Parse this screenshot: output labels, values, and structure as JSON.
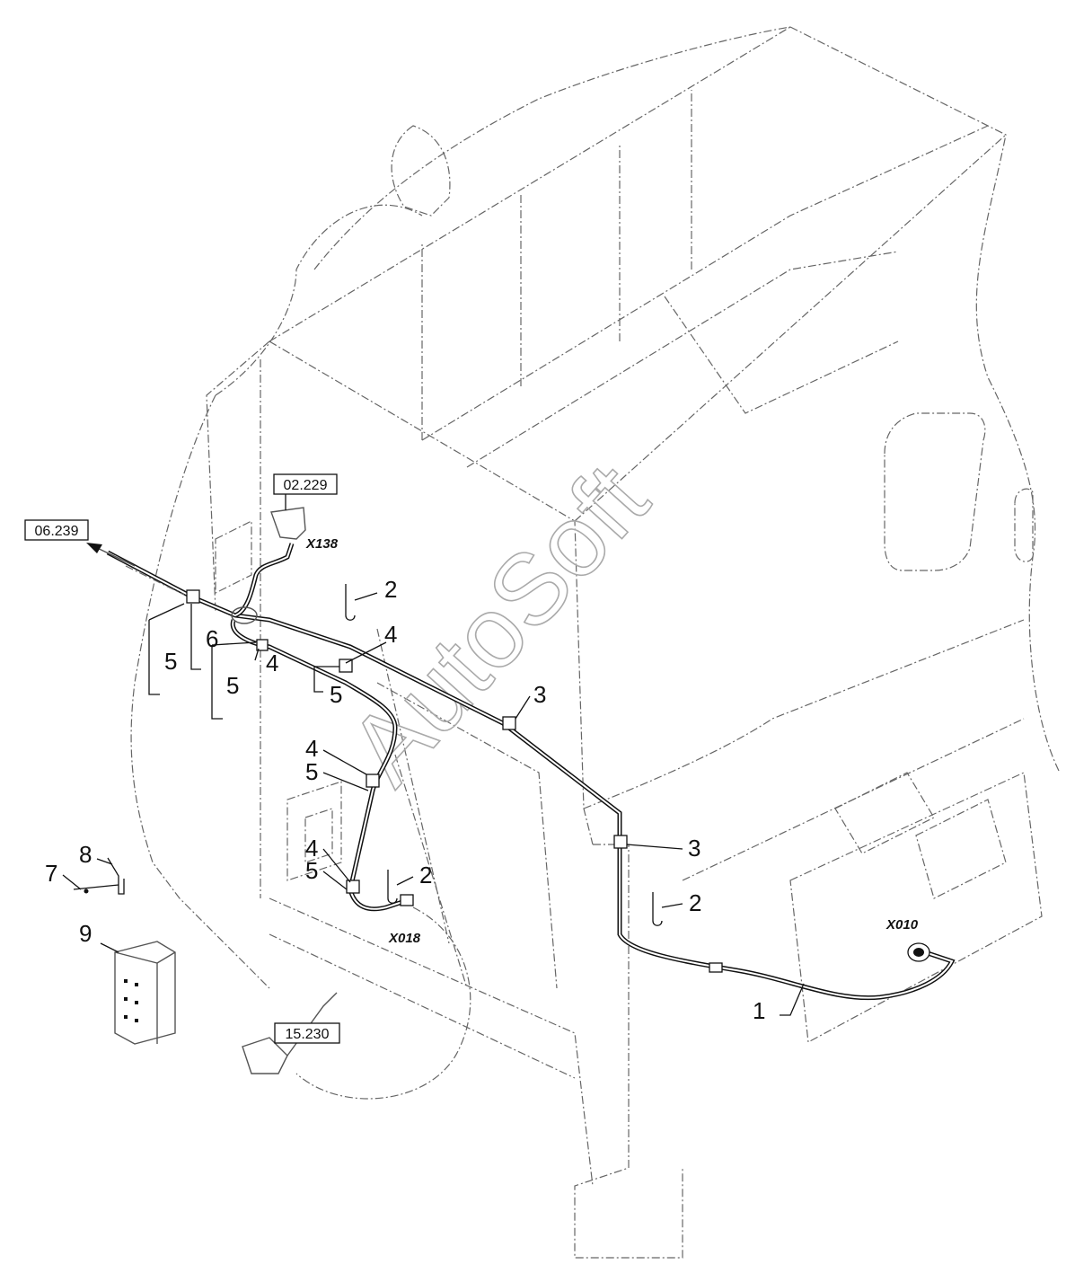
{
  "watermark": "AutoSoft",
  "references": {
    "ref_06239": "06.239",
    "ref_02229": "02.229",
    "ref_15230": "15.230"
  },
  "connectors": {
    "x138": "X138",
    "x018": "X018",
    "x010": "X010"
  },
  "callouts": {
    "c1": "1",
    "c2a": "2",
    "c2b": "2",
    "c2c": "2",
    "c3a": "3",
    "c3b": "3",
    "c4a": "4",
    "c4b": "4",
    "c4c": "4",
    "c4d": "4",
    "c5a": "5",
    "c5b": "5",
    "c5c": "5",
    "c5d": "5",
    "c5e": "5",
    "c6": "6",
    "c7": "7",
    "c8": "8",
    "c9": "9"
  }
}
